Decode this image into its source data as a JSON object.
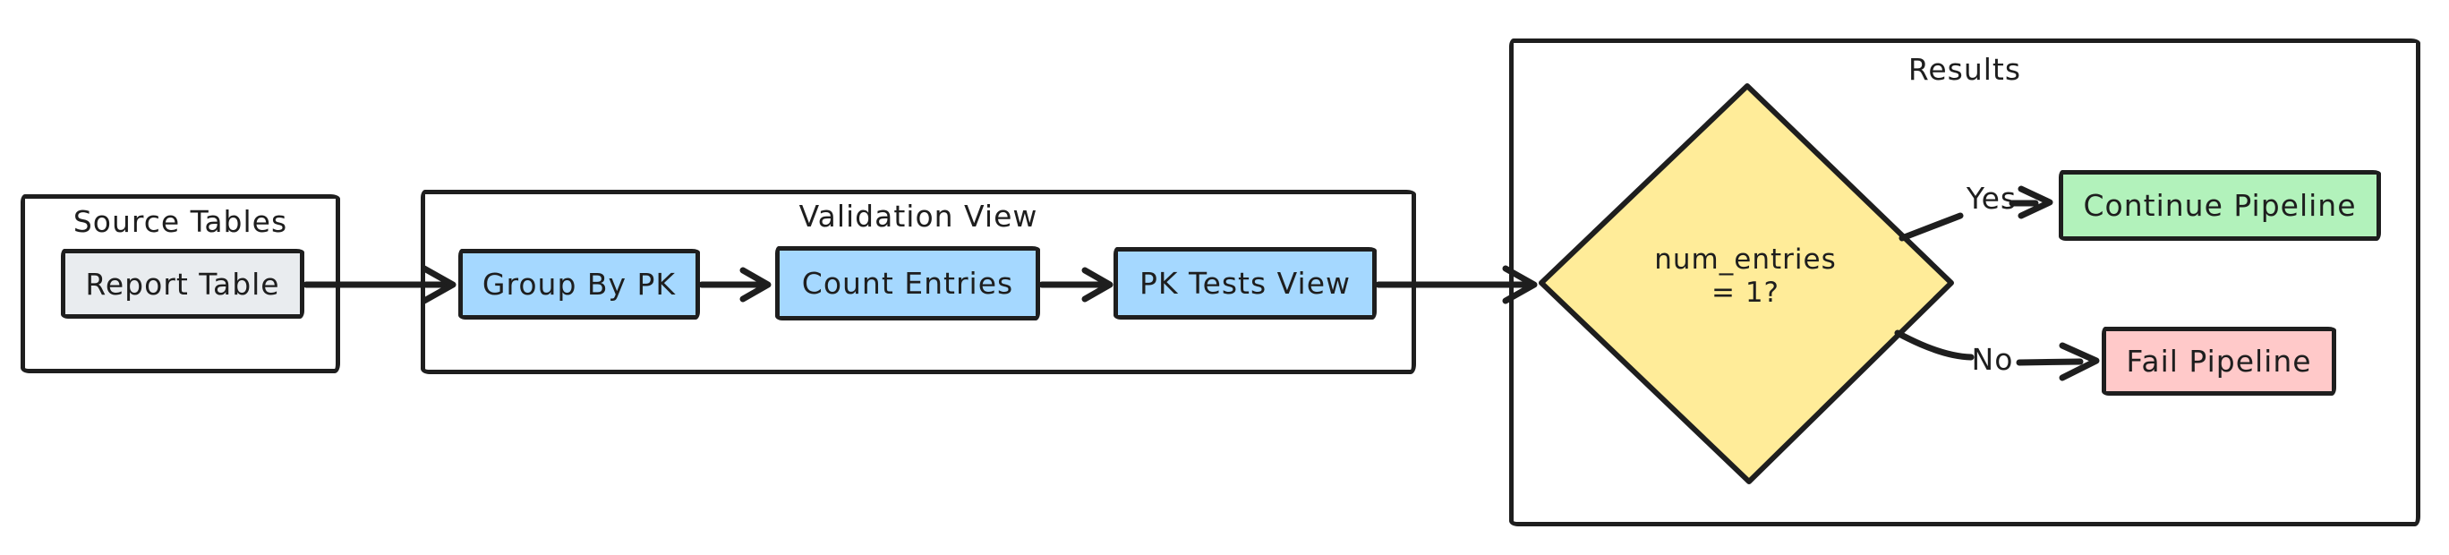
{
  "diagram": {
    "source_group": {
      "title": "Source Tables",
      "node": "Report Table"
    },
    "validation_group": {
      "title": "Validation View",
      "nodes": [
        "Group By PK",
        "Count Entries",
        "PK Tests View"
      ]
    },
    "results_group": {
      "title": "Results",
      "decision": {
        "line1": "num_entries",
        "line2": "= 1?"
      },
      "yes_label": "Yes",
      "no_label": "No",
      "continue_node": "Continue Pipeline",
      "fail_node": "Fail Pipeline"
    },
    "colors": {
      "background": "#ffffff",
      "stroke": "#1e1e1e",
      "node_gray": "#e9ecef",
      "node_blue": "#a5d8ff",
      "node_green": "#b2f2bb",
      "node_red": "#ffc9c9",
      "decision_yellow": "#ffec99"
    }
  }
}
